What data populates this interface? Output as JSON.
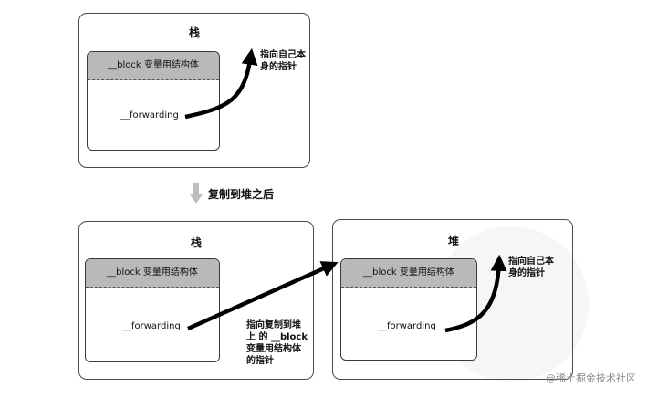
{
  "top": {
    "region_title": "栈",
    "struct_header": "__block 变量用结构体",
    "field": "__forwarding",
    "self_note": "指向自己本\n身的指针"
  },
  "operation": {
    "icon": "down-arrow-icon",
    "label": "复制到堆之后"
  },
  "bottom_stack": {
    "region_title": "栈",
    "struct_header": "__block 变量用结构体",
    "field": "__forwarding",
    "heap_note": "指向复制到堆\n上 的 __block\n变量用结构体\n的指针"
  },
  "bottom_heap": {
    "region_title": "堆",
    "struct_header": "__block 变量用结构体",
    "field": "__forwarding",
    "self_note": "指向自己本\n身的指针"
  },
  "footer": {
    "watermark": "@稀土掘金技术社区"
  },
  "colors": {
    "header_gray": "#b9b9b9",
    "arrow": "#000000",
    "op_arrow": "#bdbdbd"
  }
}
